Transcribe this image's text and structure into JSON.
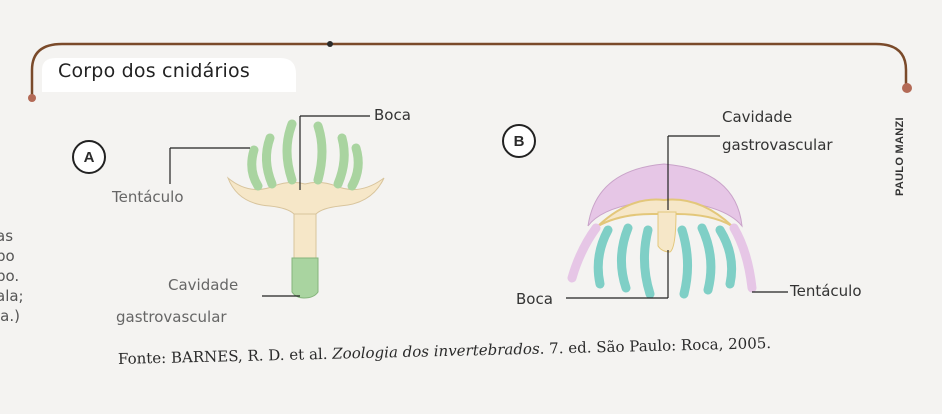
{
  "box": {
    "title": "Corpo dos cnidários",
    "credit": "PAULO MANZI",
    "colors": {
      "frame": "#7a4a2a",
      "accent": "#b36a56",
      "tentacle_green": "#a9d4a0",
      "body_cream": "#f6e7c8",
      "umbrella_pink": "#e6c6e6",
      "tentacle_teal": "#7fcfc6"
    }
  },
  "figure_a": {
    "badge": "A",
    "labels": {
      "mouth": "Boca",
      "tentacle": "Tentáculo",
      "cavity_line1": "Cavidade",
      "cavity_line2": "gastrovascular"
    }
  },
  "figure_b": {
    "badge": "B",
    "labels": {
      "cavity_line1": "Cavidade",
      "cavity_line2": "gastrovascular",
      "mouth": "Boca",
      "tentacle": "Tentáculo"
    }
  },
  "left_edge_fragments": [
    "as",
    "po",
    "po.",
    "ala;",
    "ia.)"
  ],
  "source": {
    "prefix": "Fonte: BARNES, R. D. et al. ",
    "title": "Zoologia dos invertebrados",
    "suffix": ". 7. ed. São Paulo: Roca, 2005."
  }
}
